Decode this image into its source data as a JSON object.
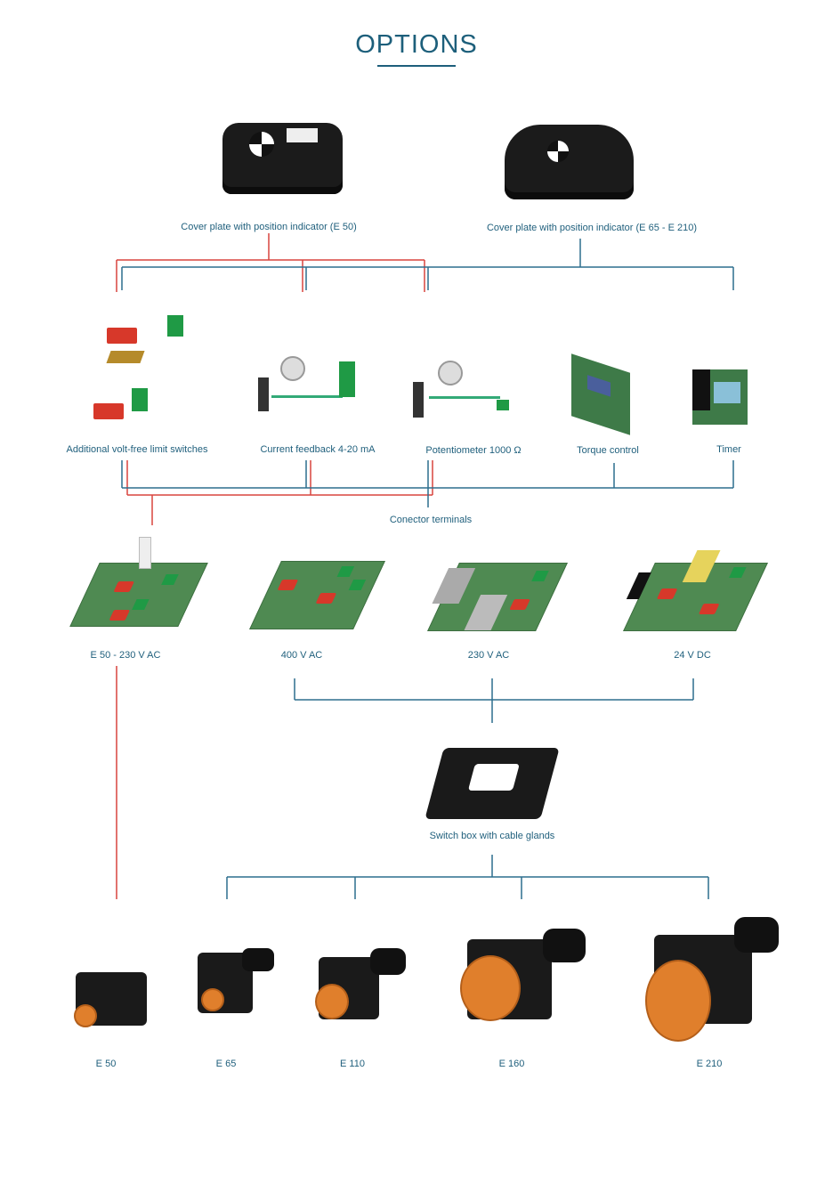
{
  "title": "OPTIONS",
  "colors": {
    "title": "#1d5f7b",
    "line_blue": "#2d6e8e",
    "line_red": "#d9453f"
  },
  "covers": [
    {
      "label": "Cover plate with position indicator (E 50)"
    },
    {
      "label": "Cover plate with position indicator (E 65 - E 210)"
    }
  ],
  "options": [
    {
      "label": "Additional volt-free limit switches"
    },
    {
      "label": "Current feedback 4-20 mA"
    },
    {
      "label": "Potentiometer 1000 Ω"
    },
    {
      "label": "Torque control"
    },
    {
      "label": "Timer"
    }
  ],
  "connector": "Conector terminals",
  "boards": [
    {
      "label": "E 50 - 230 V AC"
    },
    {
      "label": "400 V AC"
    },
    {
      "label": "230 V AC"
    },
    {
      "label": "24 V DC"
    }
  ],
  "switch_box": "Switch box with cable glands",
  "actuators": [
    {
      "label": "E 50"
    },
    {
      "label": "E 65"
    },
    {
      "label": "E 110"
    },
    {
      "label": "E 160"
    },
    {
      "label": "E 210"
    }
  ]
}
